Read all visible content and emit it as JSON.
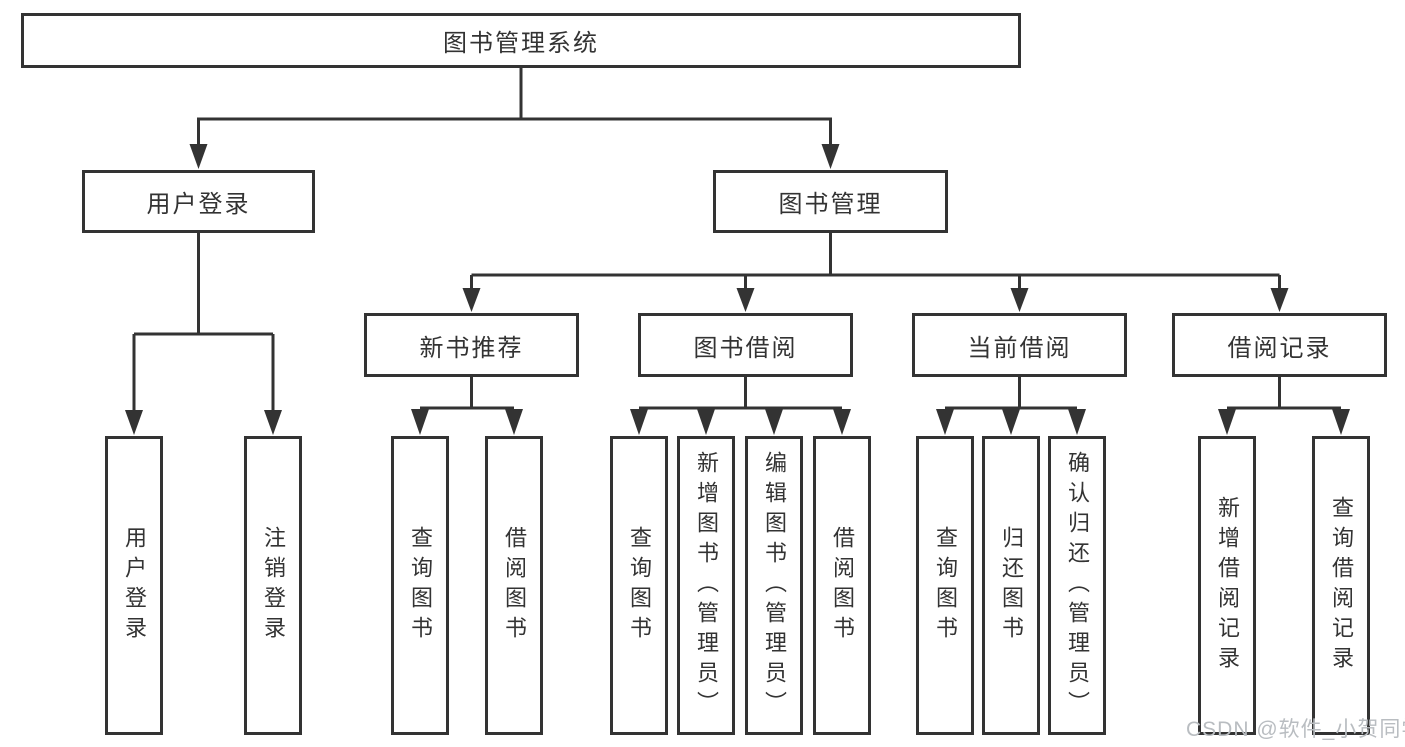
{
  "colors": {
    "background": "#ffffff",
    "line": "#333333",
    "text": "#333333",
    "watermark": "#b9bdc1"
  },
  "watermark": {
    "text": "CSDN @软件_小贺同学"
  },
  "tree": {
    "label": "图书管理系统",
    "children": [
      {
        "label": "用户登录",
        "children": [
          {
            "label": "用户登录"
          },
          {
            "label": "注销登录"
          }
        ]
      },
      {
        "label": "图书管理",
        "children": [
          {
            "label": "新书推荐",
            "children": [
              {
                "label": "查询图书"
              },
              {
                "label": "借阅图书"
              }
            ]
          },
          {
            "label": "图书借阅",
            "children": [
              {
                "label": "查询图书"
              },
              {
                "label": "新增图书（管理员）"
              },
              {
                "label": "编辑图书（管理员）"
              },
              {
                "label": "借阅图书"
              }
            ]
          },
          {
            "label": "当前借阅",
            "children": [
              {
                "label": "查询图书"
              },
              {
                "label": "归还图书"
              },
              {
                "label": "确认归还（管理员）"
              }
            ]
          },
          {
            "label": "借阅记录",
            "children": [
              {
                "label": "新增借阅记录"
              },
              {
                "label": "查询借阅记录"
              }
            ]
          }
        ]
      }
    ]
  }
}
